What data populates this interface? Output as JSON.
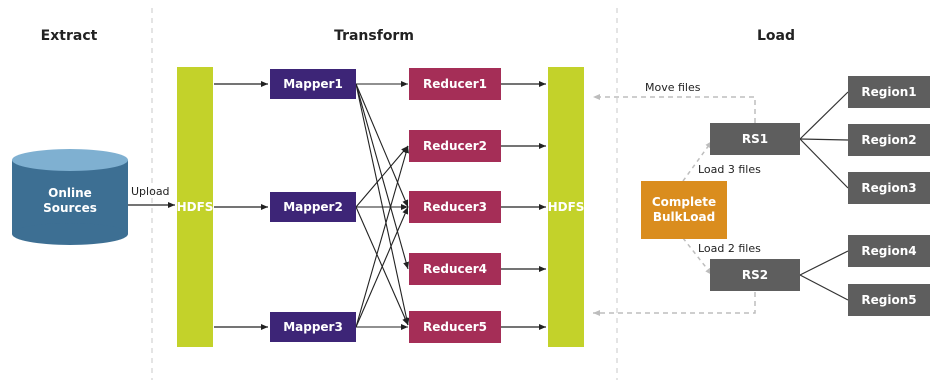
{
  "sections": {
    "extract": "Extract",
    "transform": "Transform",
    "load": "Load"
  },
  "source": {
    "label_line1": "Online",
    "label_line2": "Sources"
  },
  "upload_label": "Upload",
  "hdfs_left": "HDFS",
  "hdfs_right": "HDFS",
  "mappers": [
    "Mapper1",
    "Mapper2",
    "Mapper3"
  ],
  "reducers": [
    "Reducer1",
    "Reducer2",
    "Reducer3",
    "Reducer4",
    "Reducer5"
  ],
  "bulkload": {
    "line1": "Complete",
    "line2": "BulkLoad"
  },
  "region_servers": [
    "RS1",
    "RS2"
  ],
  "regions": [
    "Region1",
    "Region2",
    "Region3",
    "Region4",
    "Region5"
  ],
  "edge_labels": {
    "move_files": "Move files",
    "load_3_files": "Load 3 files",
    "load_2_files": "Load 2 files"
  },
  "colors": {
    "database": "#3d6f93",
    "hdfs": "#c3d22a",
    "mapper": "#3d2577",
    "reducer": "#a52e57",
    "bulkload": "#da8d1e",
    "server": "#5e5e5e"
  }
}
